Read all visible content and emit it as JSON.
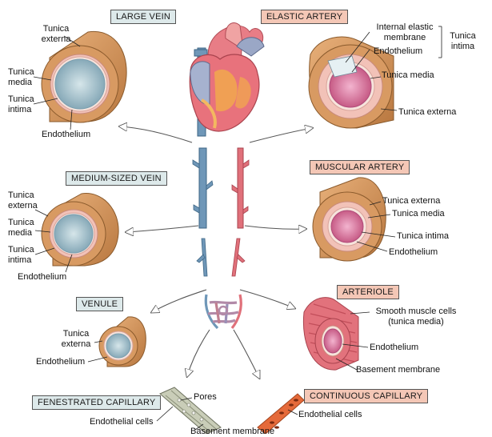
{
  "titles": {
    "large_vein": "LARGE VEIN",
    "elastic_artery": "ELASTIC ARTERY",
    "medium_vein": "MEDIUM-SIZED VEIN",
    "muscular_artery": "MUSCULAR ARTERY",
    "venule": "VENULE",
    "arteriole": "ARTERIOLE",
    "fenestrated_capillary": "FENESTRATED CAPILLARY",
    "continuous_capillary": "CONTINUOUS CAPILLARY"
  },
  "labels": {
    "tunica_externa": "Tunica externa",
    "tunica_externa_l1": "Tunica",
    "tunica_externa_l2": "externa",
    "tunica_media": "Tunica media",
    "tunica_media_l1": "Tunica",
    "tunica_media_l2": "media",
    "tunica_intima": "Tunica intima",
    "tunica_intima_l1": "Tunica",
    "tunica_intima_l2": "intima",
    "endothelium": "Endothelium",
    "internal_elastic_membrane_l1": "Internal elastic",
    "internal_elastic_membrane_l2": "membrane",
    "smooth_muscle_l1": "Smooth muscle cells",
    "smooth_muscle_l2": "(tunica media)",
    "basement_membrane": "Basement membrane",
    "pores": "Pores",
    "endothelial_cells": "Endothelial cells"
  },
  "colors": {
    "vein": "#6f97b8",
    "artery": "#e0707a",
    "externa": "#d89a62",
    "vein_lumen": "#9fbcc6",
    "artery_lumen": "#d46f9a",
    "media": "#f2c2b8"
  }
}
